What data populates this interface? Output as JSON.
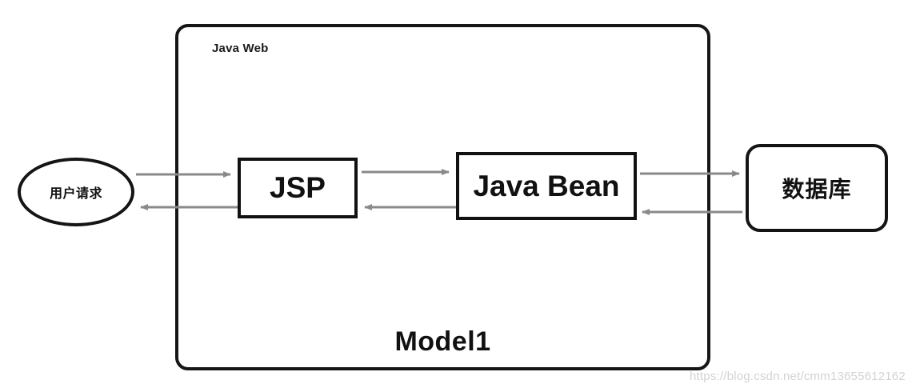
{
  "diagram": {
    "title": "Model1",
    "container": {
      "label": "Java Web"
    },
    "nodes": [
      {
        "id": "user-request",
        "label": "用户请求",
        "shape": "ellipse"
      },
      {
        "id": "jsp",
        "label": "JSP",
        "shape": "rectangle"
      },
      {
        "id": "java-bean",
        "label": "Java Bean",
        "shape": "rectangle"
      },
      {
        "id": "database",
        "label": "数据库",
        "shape": "rounded-rectangle"
      }
    ],
    "edges": [
      {
        "id": "user-to-jsp",
        "from": "用户请求",
        "to": "JSP",
        "direction": "right",
        "label": ""
      },
      {
        "id": "jsp-to-user",
        "from": "JSP",
        "to": "用户请求",
        "direction": "left",
        "label": ""
      },
      {
        "id": "jsp-to-bean",
        "from": "JSP",
        "to": "Java Bean",
        "direction": "right",
        "label": ""
      },
      {
        "id": "bean-to-jsp",
        "from": "Java Bean",
        "to": "JSP",
        "direction": "left",
        "label": ""
      },
      {
        "id": "bean-to-db",
        "from": "Java Bean",
        "to": "数据库",
        "direction": "right",
        "label": ""
      },
      {
        "id": "db-to-bean",
        "from": "数据库",
        "to": "Java Bean",
        "direction": "left",
        "label": ""
      }
    ],
    "colors": {
      "node_border": "#141414",
      "arrow": "#8a8a8a",
      "text": "#111111",
      "background": "#ffffff",
      "watermark": "#d2d2d2"
    }
  },
  "watermark": {
    "text": "https://blog.csdn.net/cmm13655612162"
  }
}
